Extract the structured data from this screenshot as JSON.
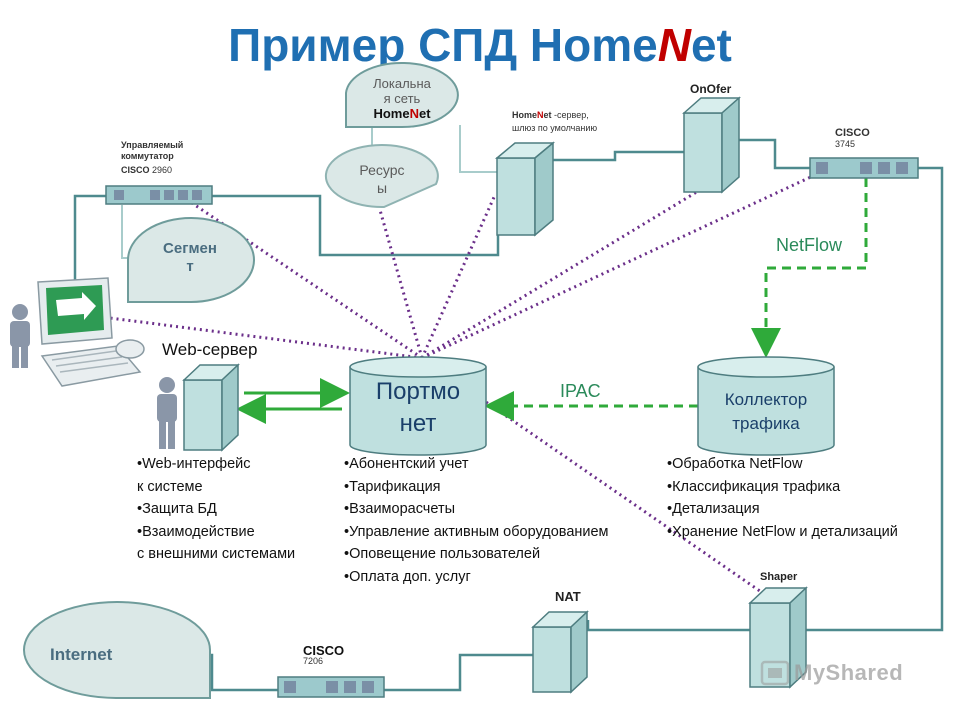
{
  "title": {
    "prefix": "Пример СПД Home",
    "accent": "N",
    "suffix": "et"
  },
  "lan_bubble": {
    "line1": "Локальна",
    "line2": "я сеть",
    "name_prefix": "Home",
    "name_accent": "N",
    "name_suffix": "et"
  },
  "resources_bubble": {
    "line1": "Ресурс",
    "line2": "ы"
  },
  "segment_bubble": {
    "line1": "Сегмен",
    "line2": "т"
  },
  "internet_bubble": {
    "label": "Internet"
  },
  "switch_2960": {
    "line1": "Управляемый",
    "line2": "коммутатор",
    "model_name": "CISCO",
    "model_num": "2960"
  },
  "homenet_server": {
    "name_prefix": "Home",
    "name_accent": "N",
    "name_suffix": "et",
    "desc": " -сервер,",
    "line2": "шлюз по умолчанию"
  },
  "onofer": {
    "label": "OnOfer"
  },
  "cisco_3745": {
    "name": "CISCO",
    "num": "3745"
  },
  "cisco_7206": {
    "name": "CISCO",
    "num": "7206"
  },
  "nat": {
    "label": "NAT"
  },
  "shaper": {
    "label": "Shaper"
  },
  "netflow_label": "NetFlow",
  "ipac_label": "IPAC",
  "web_server": {
    "label": "Web-сервер",
    "bullets": [
      "•Web-интерфейс",
      " к системе",
      "•Защита БД",
      "•Взаимодействие",
      " с внешними системами"
    ]
  },
  "portmonet": {
    "line1": "Портмо",
    "line2": "нет",
    "bullets": [
      "•Абонентский учет",
      "•Тарификация",
      "•Взаиморасчеты",
      "•Управление активным оборудованием",
      "•Оповещение пользователей",
      "•Оплата доп. услуг"
    ]
  },
  "collector": {
    "line1": "Коллектор",
    "line2": "трафика",
    "bullets": [
      "•Обработка NetFlow",
      "•Классификация трафика",
      "•Детализация",
      "•Хранение NetFlow и детализаций"
    ]
  },
  "watermark": "MyShared",
  "colors": {
    "title": "#1f6fb2",
    "accent": "#c00000",
    "wire": "#4e8a8e",
    "dotted": "#6b2f8a",
    "green_link": "#2faa3a",
    "device_fill": "#bfe0df",
    "bubble_fill": "#dbe8e7"
  }
}
